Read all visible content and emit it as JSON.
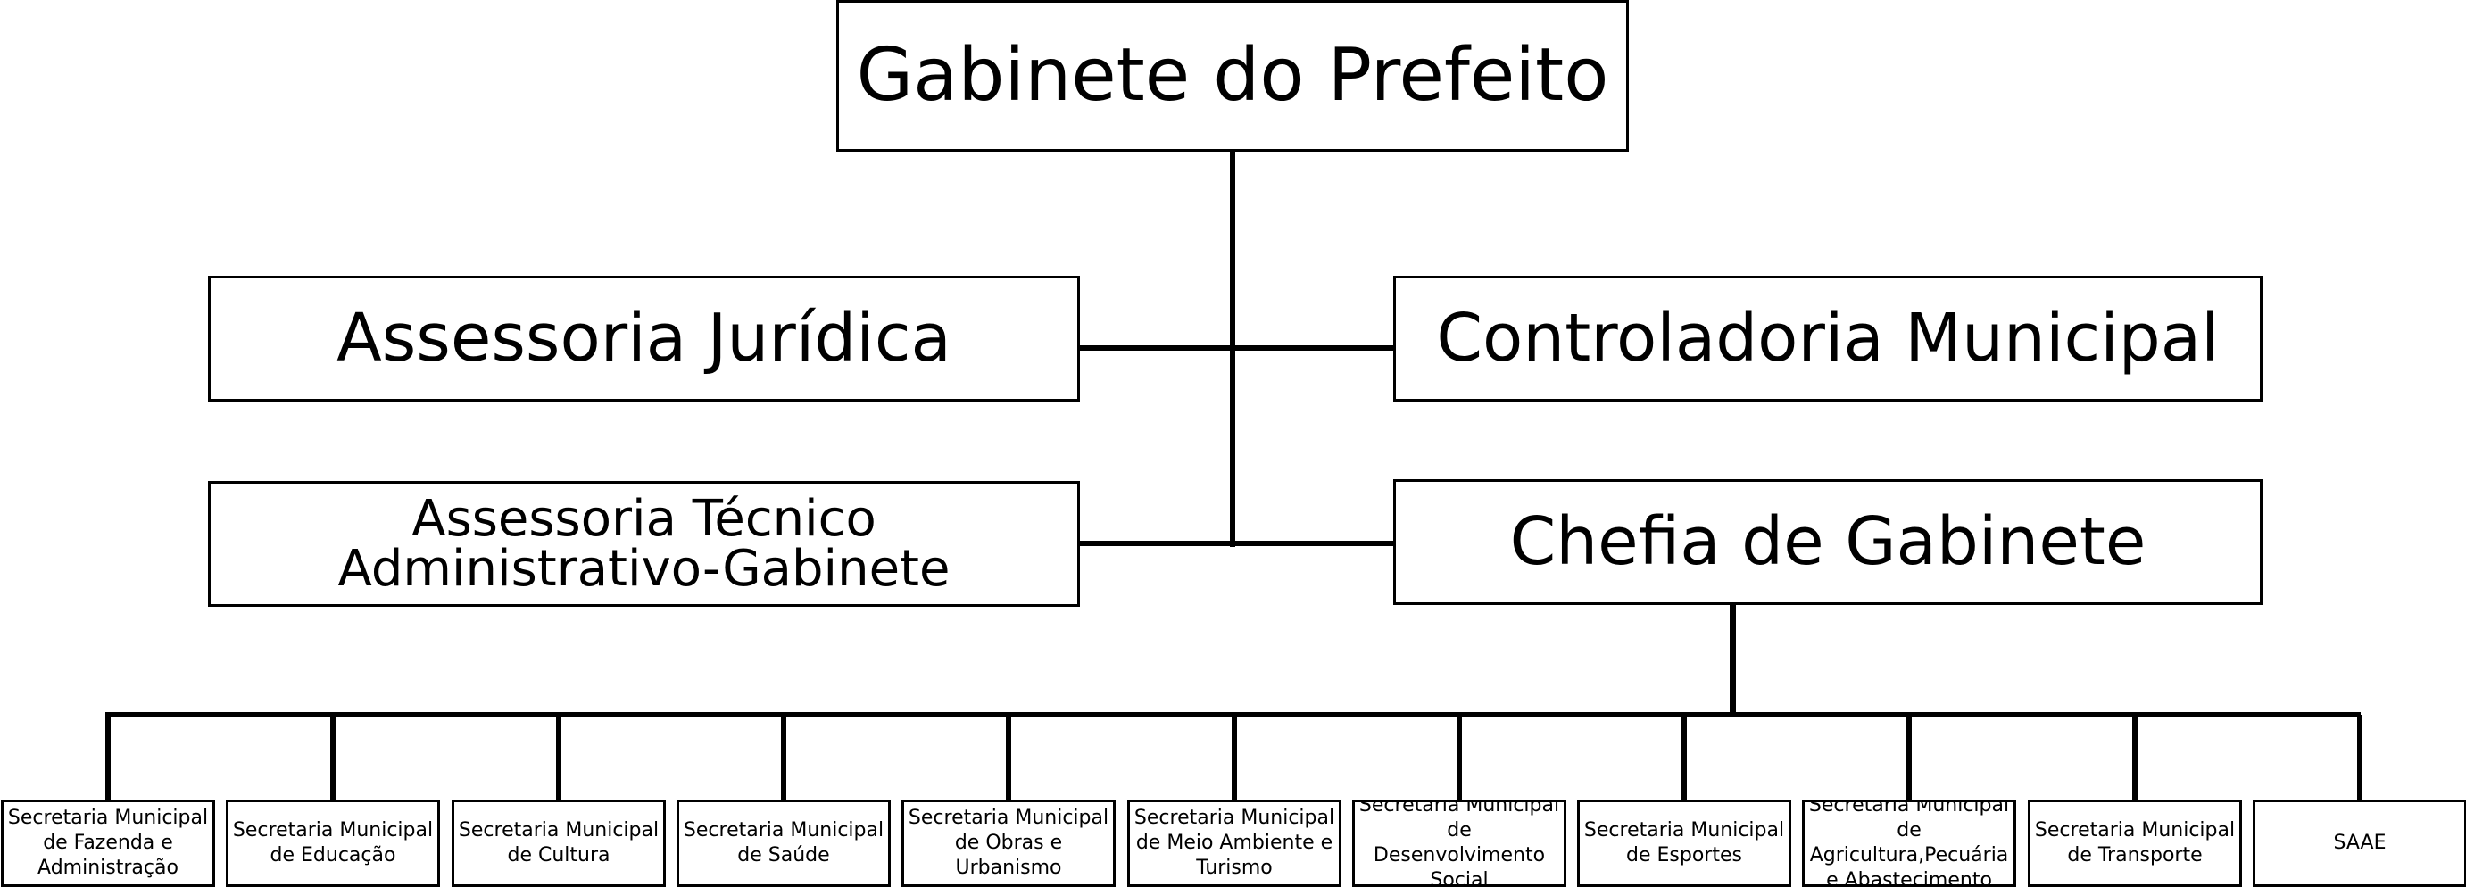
{
  "chart": {
    "root": "Gabinete do Prefeito",
    "left_top": "Assessoria Jurídica",
    "right_top": "Controladoria Municipal",
    "left_bottom_lines": [
      "Assessoria Técnico",
      "Administrativo-Gabinete"
    ],
    "right_bottom": "Chefia de Gabinete",
    "secretarias": [
      {
        "lines": [
          "Secretaria Municipal",
          "de Fazenda e",
          "Administração"
        ]
      },
      {
        "lines": [
          "Secretaria Municipal",
          "de Educação"
        ]
      },
      {
        "lines": [
          "Secretaria Municipal",
          "de Cultura"
        ]
      },
      {
        "lines": [
          "Secretaria Municipal",
          "de Saúde"
        ]
      },
      {
        "lines": [
          "Secretaria Municipal",
          "de Obras e Urbanismo"
        ]
      },
      {
        "lines": [
          "Secretaria Municipal",
          "de Meio Ambiente e",
          "Turismo"
        ]
      },
      {
        "lines": [
          "Secretaria Municipal",
          "de Desenvolvimento",
          "Social"
        ]
      },
      {
        "lines": [
          "Secretaria Municipal",
          "de Esportes"
        ]
      },
      {
        "lines": [
          "Secretaria Municipal de",
          "Agricultura,Pecuária",
          "e Abastecimento"
        ]
      },
      {
        "lines": [
          "Secretaria Municipal",
          "de Transporte"
        ]
      },
      {
        "lines": [
          "SAAE"
        ]
      }
    ]
  }
}
